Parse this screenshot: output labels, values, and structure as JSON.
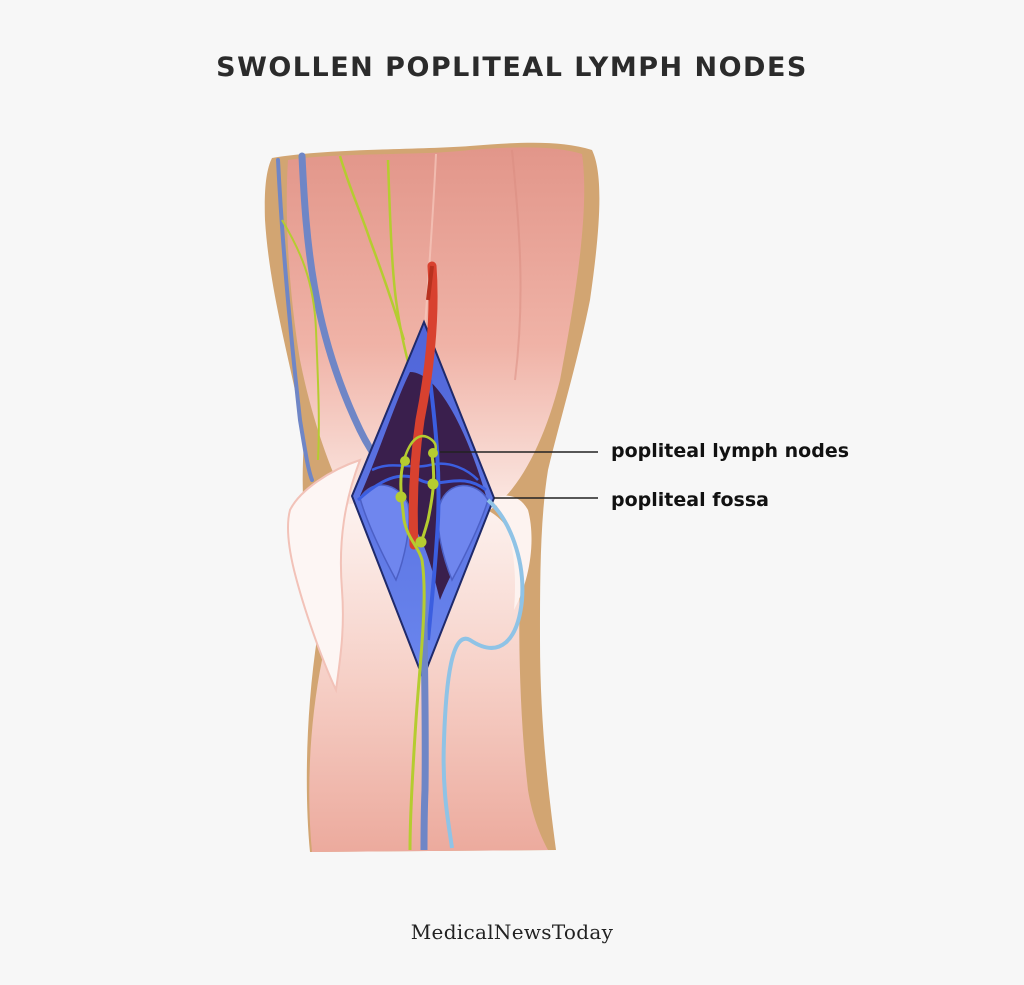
{
  "title": "SWOLLEN POPLITEAL LYMPH NODES",
  "labels": {
    "lymph_nodes": "popliteal lymph nodes",
    "fossa": "popliteal fossa"
  },
  "brand": "MedicalNewsToday",
  "colors": {
    "background": "#f7f7f7",
    "skin": "#d2a572",
    "muscle": "#eba99b",
    "fossa_fill": "#5a74e0",
    "fossa_dark": "#3a1f4d",
    "artery": "#d8412f",
    "vein": "#6f86c6",
    "light_vessel": "#8fc3e6",
    "lymph": "#b5cc30"
  }
}
